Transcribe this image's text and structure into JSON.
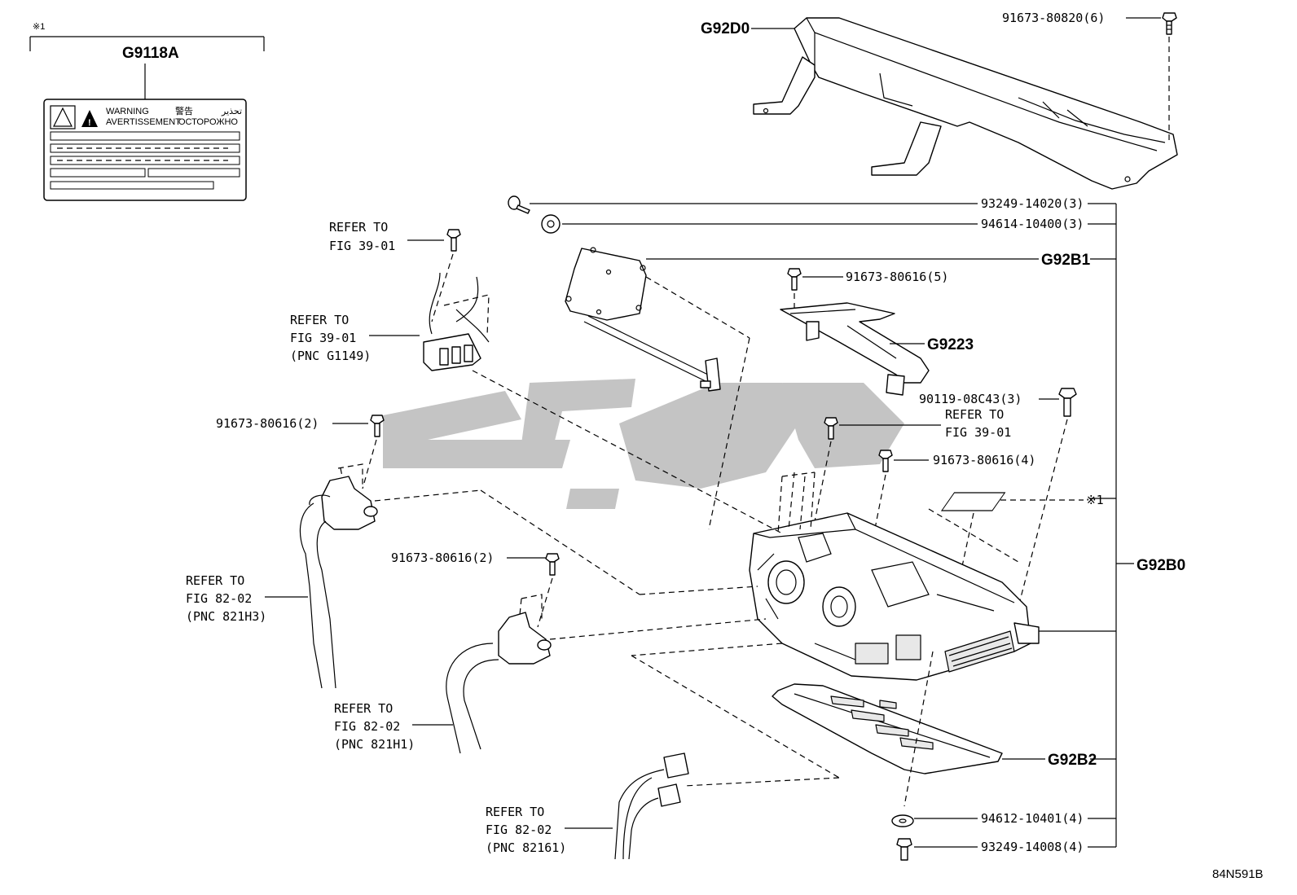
{
  "part_codes": {
    "g92d0": "G92D0",
    "g9118a": "G9118A",
    "g92b1": "G92B1",
    "g9223": "G9223",
    "g92b0": "G92B0",
    "g92b2": "G92B2"
  },
  "note_mark": "※1",
  "part_numbers": {
    "p1": "91673-80820(6)",
    "p2": "93249-14020(3)",
    "p3": "94614-10400(3)",
    "p4": "91673-80616(5)",
    "p5": "90119-08C43(3)",
    "p6": "91673-80616(4)",
    "p7": "91673-80616(2)",
    "p8": "91673-80616(2)",
    "p9": "94612-10401(4)",
    "p10": "93249-14008(4)"
  },
  "refer_blocks": {
    "r1": [
      "REFER TO",
      "FIG 39-01"
    ],
    "r2": [
      "REFER TO",
      "FIG 39-01",
      "(PNC G1149)"
    ],
    "r3": [
      "REFER TO",
      "FIG 39-01"
    ],
    "r4": [
      "REFER TO",
      "FIG 82-02",
      "(PNC 821H3)"
    ],
    "r5": [
      "REFER TO",
      "FIG 82-02",
      "(PNC 821H1)"
    ],
    "r6": [
      "REFER TO",
      "FIG 82-02",
      "(PNC 82161)"
    ]
  },
  "warning_label": {
    "warning": "WARNING",
    "avertissement": "AVERTISSEMENT",
    "japanese": "警告",
    "arabic": "تحذير",
    "russian": "ОСТОРОЖНО"
  },
  "figure_code": "84N591B",
  "colors": {
    "line": "#000000",
    "watermark": "#c4c4c4",
    "background": "#ffffff"
  }
}
